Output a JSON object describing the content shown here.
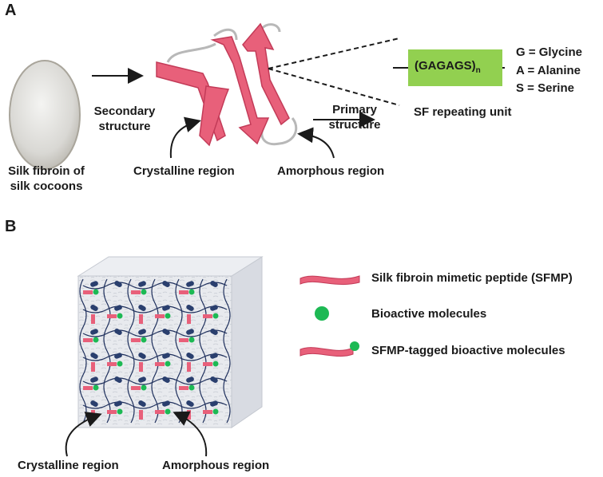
{
  "panel_a": {
    "label": "A",
    "secondary_structure": [
      "Secondary",
      "structure"
    ],
    "primary_structure": [
      "Primary",
      "structure"
    ],
    "crystalline_region": "Crystalline region",
    "amorphous_region": "Amorphous region",
    "silk_source": [
      "Silk fibroin of",
      "silk cocoons"
    ],
    "repeating_unit": {
      "sequence": "(GAGAGS)",
      "subscript": "n",
      "caption": "SF repeating unit",
      "box_color": "#92d050"
    },
    "abbreviations": [
      "G = Glycine",
      "A = Alanine",
      "S = Serine"
    ]
  },
  "panel_b": {
    "label": "B",
    "legend": [
      {
        "icon": "sfmp-ribbon-icon",
        "label": "Silk fibroin mimetic peptide (SFMP)"
      },
      {
        "icon": "green-dot-icon",
        "label": "Bioactive molecules"
      },
      {
        "icon": "sfmp-tagged-icon",
        "label": "SFMP-tagged bioactive molecules"
      }
    ],
    "crystalline_region": "Crystalline region",
    "amorphous_region": "Amorphous region"
  },
  "colors": {
    "ribbon": "#e8607a",
    "ribbon_edge": "#c33b58",
    "bioactive": "#1db954",
    "crystal_block": "#2a3f6e",
    "network_line": "#1e2f5c"
  }
}
